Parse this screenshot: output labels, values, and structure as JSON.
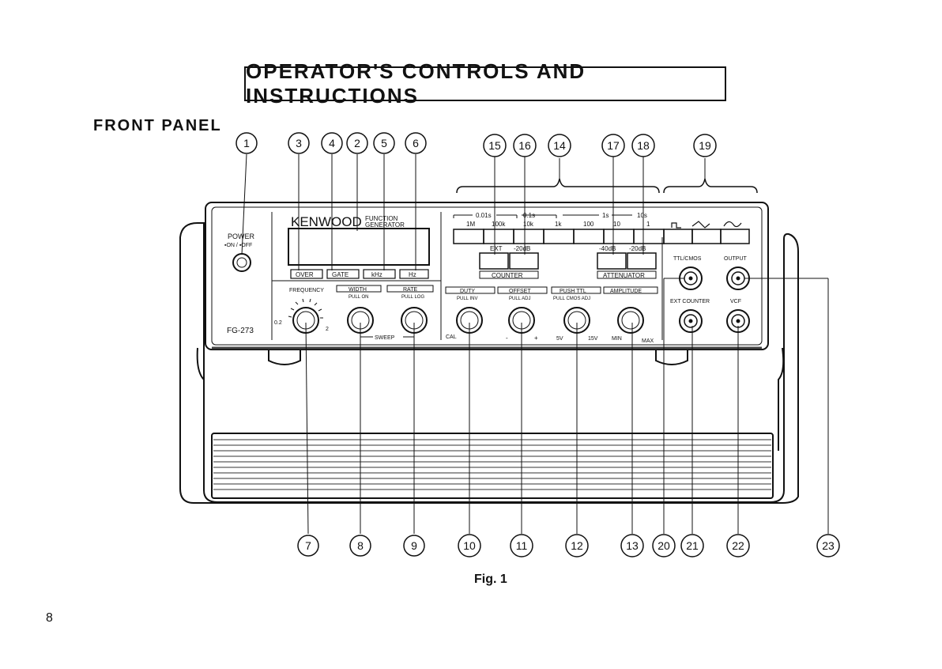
{
  "header": {
    "title": "OPERATOR'S CONTROLS AND INSTRUCTIONS"
  },
  "section": {
    "heading": "FRONT PANEL"
  },
  "figure": {
    "caption": "Fig. 1",
    "brand": "KENWOOD",
    "function_line1": "FUNCTION",
    "function_line2": "GENERATOR",
    "model": "FG-273",
    "power_label": "POWER",
    "power_on_off": "▪ON / ▪OFF",
    "indicators": [
      "OVER",
      "GATE",
      "kHz",
      "Hz"
    ],
    "frequency_label": "FREQUENCY",
    "freq_min": "0.2",
    "freq_max": "2",
    "width_label": "WIDTH",
    "width_sub": "PULL ON",
    "rate_label": "RATE",
    "rate_sub": "PULL LOG",
    "sweep_label": "SWEEP",
    "range_labels": [
      "1M",
      "100k",
      "10k",
      "1k",
      "100",
      "10",
      "1"
    ],
    "gate_labels": [
      "0.01s",
      "0.1s",
      "1s",
      "10s"
    ],
    "ext_label": "EXT",
    "minus20_label": "-20dB",
    "minus40_label": "-40dB",
    "counter_label": "COUNTER",
    "attenuator_label": "ATTENUATOR",
    "duty_label": "DUTY",
    "duty_sub": "PULL INV",
    "offset_label": "OFFSET",
    "offset_sub": "PULL ADJ",
    "pushttl_label": "PUSH TTL",
    "pushttl_sub": "PULL CMOS ADJ",
    "amplitude_label": "AMPLITUDE",
    "cal_label": "CAL",
    "minus_label": "-",
    "plus_label": "+",
    "v5_label": "5V",
    "v15_label": "15V",
    "min_label": "MIN",
    "max_label": "MAX",
    "ttl_cmos_label": "TTL/CMOS",
    "output_label": "OUTPUT",
    "ext_counter_label": "EXT COUNTER",
    "vcf_label": "VCF",
    "callouts_top": [
      "1",
      "3",
      "4",
      "2",
      "5",
      "6",
      "15",
      "16",
      "14",
      "17",
      "18",
      "19"
    ],
    "callouts_bottom": [
      "7",
      "8",
      "9",
      "10",
      "11",
      "12",
      "13",
      "20",
      "21",
      "22",
      "23"
    ]
  },
  "page": {
    "number": "8"
  }
}
